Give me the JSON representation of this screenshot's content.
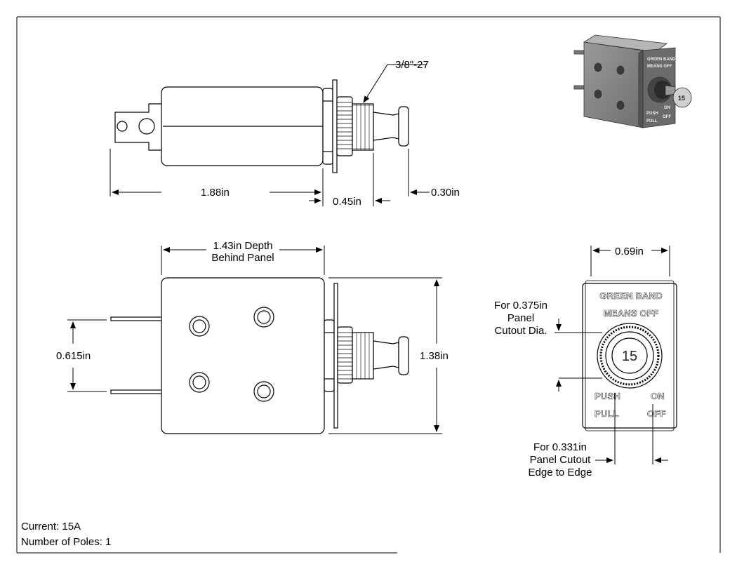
{
  "colors": {
    "line": "#000000",
    "body_fill": "#ffffff",
    "iso_body": "#8a8a8a",
    "iso_dark": "#555555"
  },
  "side_view": {
    "thread_label": "3/8\"-27",
    "length_label": "1.88in",
    "thread_length_label": "0.45in",
    "button_length_label": "0.30in"
  },
  "top_view": {
    "depth_label_line1": "1.43in Depth",
    "depth_label_line2": "Behind Panel",
    "terminal_spacing_label": "0.615in",
    "height_label": "1.38in"
  },
  "front_view": {
    "width_label": "0.69in",
    "face_line1": "GREEN BAND",
    "face_line2": "MEANS OFF",
    "rating": "15",
    "push_label": "PUSH",
    "pull_label": "PULL",
    "on_label": "ON",
    "off_label": "OFF",
    "cutout_dia_line1": "For 0.375in",
    "cutout_dia_line2": "Panel",
    "cutout_dia_line3": "Cutout Dia.",
    "cutout_edge_line1": "For 0.331in",
    "cutout_edge_line2": "Panel Cutout",
    "cutout_edge_line3": "Edge to Edge"
  },
  "iso_view": {
    "face_line1": "GREEN BAND",
    "face_line2": "MEANS OFF",
    "push_label": "PUSH",
    "pull_label": "PULL",
    "on_label": "ON",
    "off_label": "OFF",
    "rating": "15"
  },
  "specs": {
    "current": "Current: 15A",
    "poles": "Number of Poles: 1"
  }
}
